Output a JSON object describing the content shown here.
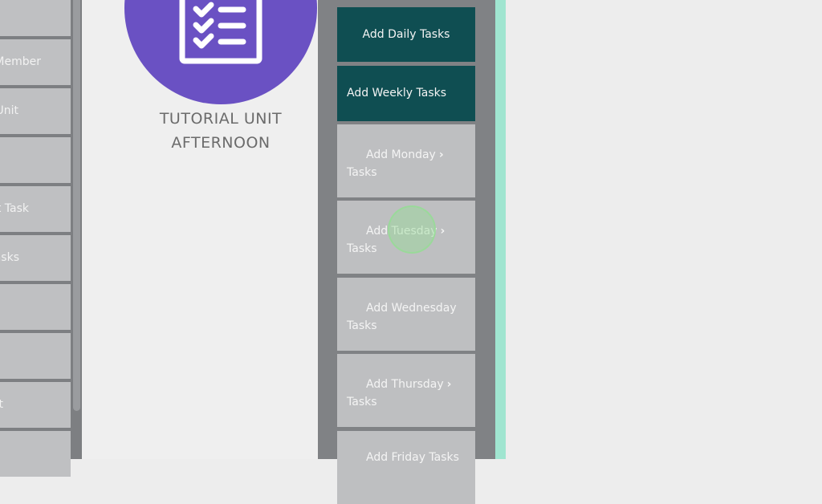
{
  "sidebar": {
    "items": [
      "",
      "Member",
      "Unit",
      "",
      "t Task",
      "asks",
      "",
      "",
      "t",
      ""
    ]
  },
  "unit": {
    "title_line1": "TUTORIAL UNIT",
    "title_line2": "AFTERNOON",
    "icon": "checklist-icon"
  },
  "tasks": {
    "daily": "Add Daily Tasks",
    "weekly": "Add Weekly Tasks",
    "monday": [
      "Add Monday",
      "Tasks"
    ],
    "tuesday": [
      "Add Tuesday",
      "Tasks"
    ],
    "wednesday": [
      "Add Wednesday",
      "Tasks"
    ],
    "thursday": [
      "Add Thursday",
      "Tasks"
    ],
    "friday": "Add Friday Tasks"
  },
  "colors": {
    "accent": "#0f4e52",
    "purple": "#6a51c3",
    "stripe": "#a0e5d0"
  }
}
